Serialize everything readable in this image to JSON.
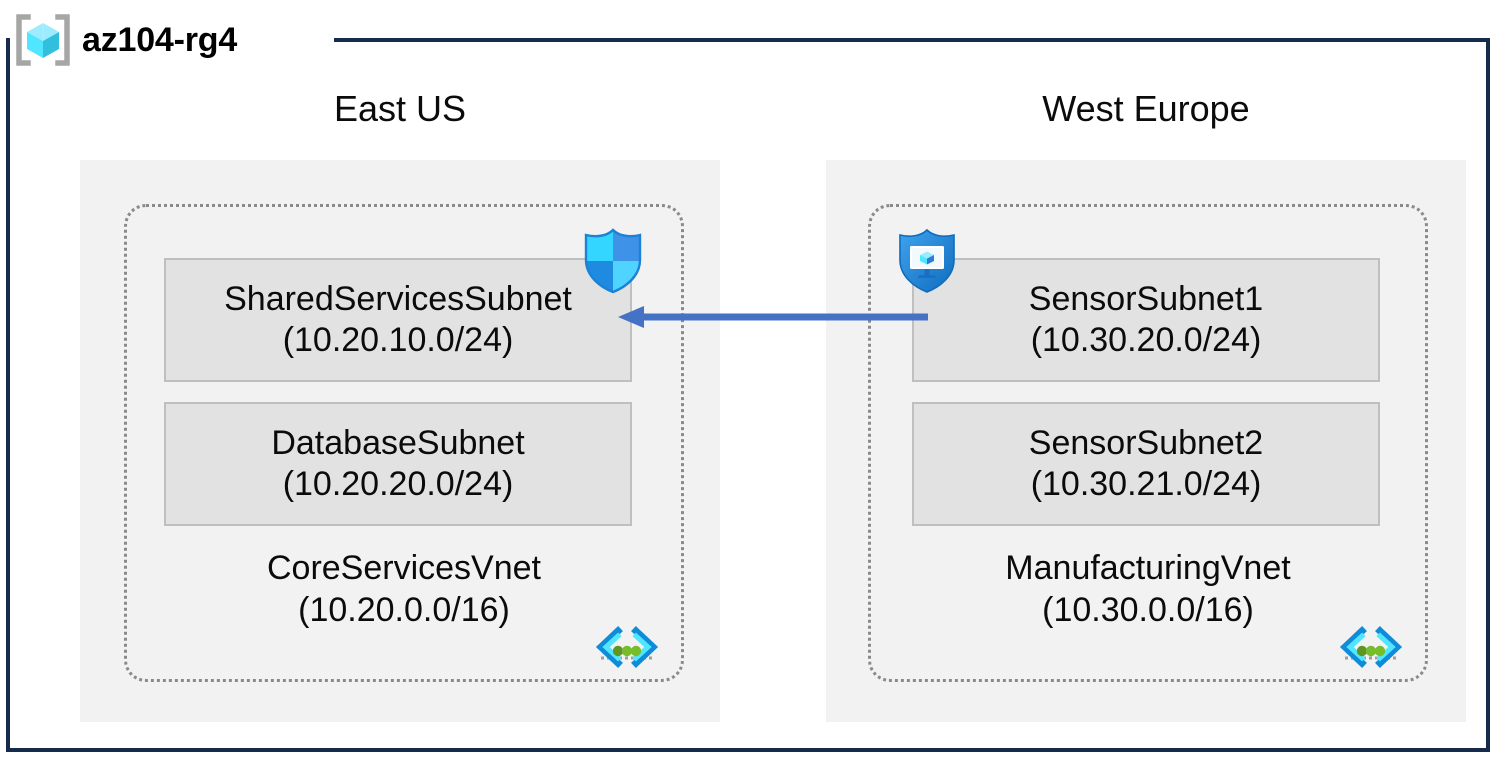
{
  "resource_group": {
    "name": "az104-rg4",
    "icon": "resource-group-cube-icon"
  },
  "regions": [
    {
      "id": "east",
      "label": "East US"
    },
    {
      "id": "west",
      "label": "West Europe"
    }
  ],
  "vnets": [
    {
      "id": "core-services-vnet",
      "region": "East US",
      "name": "CoreServicesVnet",
      "cidr": "(10.20.0.0/16)",
      "icon": "virtual-network-icon",
      "subnets": [
        {
          "id": "shared-services-subnet",
          "name": "SharedServicesSubnet",
          "cidr": "(10.20.10.0/24)",
          "badge": "network-security-group-shield-icon"
        },
        {
          "id": "database-subnet",
          "name": "DatabaseSubnet",
          "cidr": "(10.20.20.0/24)",
          "badge": null
        }
      ]
    },
    {
      "id": "manufacturing-vnet",
      "region": "West Europe",
      "name": "ManufacturingVnet",
      "cidr": "(10.30.0.0/16)",
      "icon": "virtual-network-icon",
      "subnets": [
        {
          "id": "sensor-subnet-1",
          "name": "SensorSubnet1",
          "cidr": "(10.30.20.0/24)",
          "badge": "bastion-shield-monitor-icon"
        },
        {
          "id": "sensor-subnet-2",
          "name": "SensorSubnet2",
          "cidr": "(10.30.21.0/24)",
          "badge": null
        }
      ]
    }
  ],
  "connection": {
    "id": "vnet-peering-arrow",
    "direction": "right-to-left",
    "from": "SensorSubnet1",
    "to": "SharedServicesSubnet",
    "label": ""
  },
  "colors": {
    "frame_border": "#162B4B",
    "region_fill": "#F2F2F2",
    "vnet_border": "#8A8A8A",
    "subnet_fill": "#E2E2E2",
    "subnet_border": "#BFBFBF",
    "arrow": "#4472C4",
    "azure_blue": "#0078D4",
    "azure_cyan": "#50E6FF",
    "vnet_dot_green": "#5E9624"
  }
}
